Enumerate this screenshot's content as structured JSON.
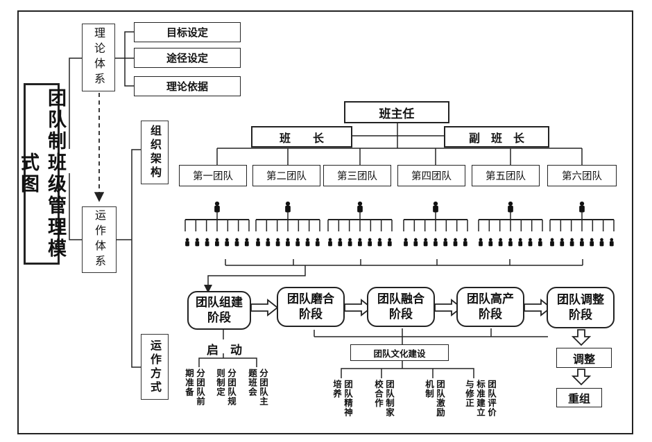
{
  "title": "团队制班级管理模式图",
  "theory": {
    "label": "理论体系",
    "items": [
      "目标设定",
      "途径设定",
      "理论依据"
    ]
  },
  "operation_system": {
    "label": "运作体系"
  },
  "org": {
    "label": "组织架构",
    "head_teacher": "班主任",
    "monitor": "班　　长",
    "vice_monitor": "副　班　长",
    "teams": [
      "第一团队",
      "第二团队",
      "第三团队",
      "第四团队",
      "第五团队",
      "第六团队"
    ]
  },
  "method": {
    "label": "运作方式",
    "stages": [
      "团队组建阶段",
      "团队磨合阶段",
      "团队融合阶段",
      "团队高产阶段",
      "团队调整阶段"
    ],
    "start_label": "启　动",
    "start_items": [
      "分团队前期准备",
      "分团队规则制定",
      "分团队主题班会"
    ],
    "culture_label": "团队文化建设",
    "culture_items": [
      "团队精神培养",
      "团队制家校合作",
      "团队激励机制",
      "团队评价标准建立与修正"
    ],
    "adjust_label": "调整",
    "regroup_label": "重组"
  },
  "icons": [
    "leader-person-icon",
    "member-person-icon"
  ]
}
